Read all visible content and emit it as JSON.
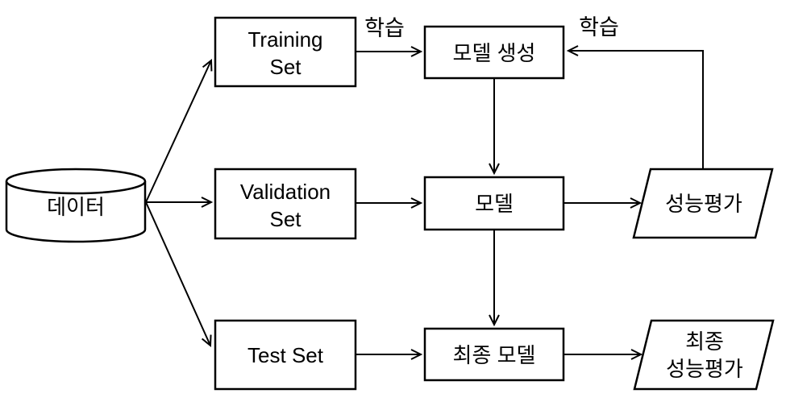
{
  "diagram": {
    "background": "#ffffff",
    "stroke_color": "#000000",
    "nodes": {
      "data": {
        "label": "데이터",
        "shape": "cylinder"
      },
      "training_set": {
        "line1": "Training",
        "line2": "Set",
        "shape": "rectangle"
      },
      "validation_set": {
        "line1": "Validation",
        "line2": "Set",
        "shape": "rectangle"
      },
      "test_set": {
        "label": "Test Set",
        "shape": "rectangle"
      },
      "model_creation": {
        "label": "모델 생성",
        "shape": "rectangle"
      },
      "model": {
        "label": "모델",
        "shape": "rectangle"
      },
      "final_model": {
        "label": "최종 모델",
        "shape": "rectangle"
      },
      "performance_eval": {
        "label": "성능평가",
        "shape": "parallelogram"
      },
      "final_performance_eval": {
        "line1": "최종",
        "line2": "성능평가",
        "shape": "parallelogram"
      }
    },
    "edge_labels": {
      "learning_left": "학습",
      "learning_right": "학습"
    }
  }
}
